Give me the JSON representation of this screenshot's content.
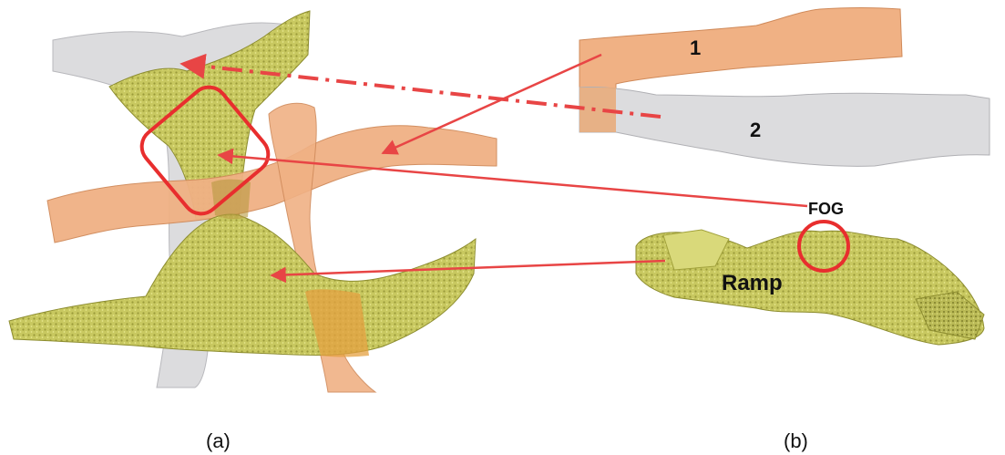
{
  "labels": {
    "tunnel_1": "1",
    "tunnel_2": "2",
    "fog": "FOG",
    "ramp": "Ramp",
    "panel_a": "(a)",
    "panel_b": "(b)"
  },
  "colors": {
    "orange_tunnel": "#f0b184",
    "grey_tunnel": "#d9d9db",
    "yellow_tunnel": "#cfcf6a",
    "annotation_red": "#e84545"
  }
}
